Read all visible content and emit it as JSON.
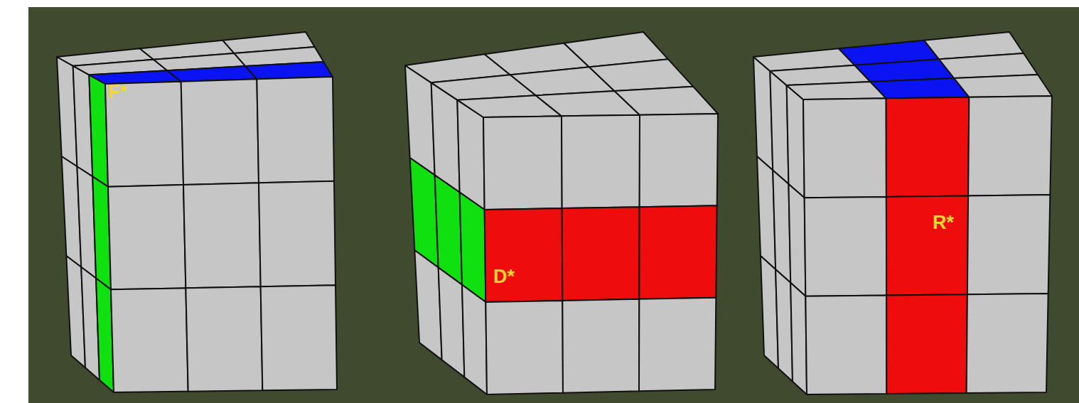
{
  "diagram": {
    "labels": [
      "F*",
      "D*",
      "R*"
    ]
  }
}
